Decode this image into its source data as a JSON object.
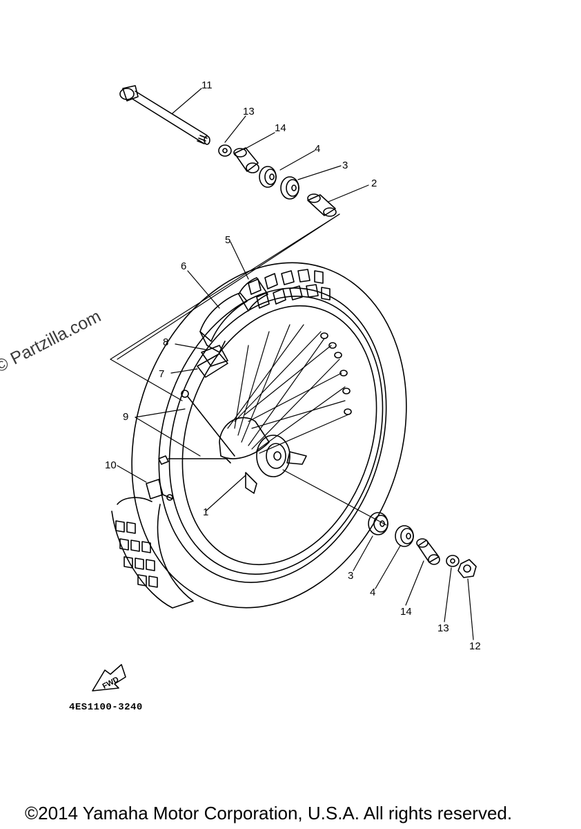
{
  "watermark": "© Partzilla.com",
  "part_code": "4ES1100-3240",
  "fwd_label": "FWD",
  "copyright": "©2014 Yamaha Motor Corporation, U.S.A. All rights reserved.",
  "callouts": {
    "c11": "11",
    "c13a": "13",
    "c14a": "14",
    "c4a": "4",
    "c3a": "3",
    "c2": "2",
    "c5": "5",
    "c6": "6",
    "c8": "8",
    "c7": "7",
    "c9": "9",
    "c10": "10",
    "c1": "1",
    "c3b": "3",
    "c4b": "4",
    "c14b": "14",
    "c13b": "13",
    "c12": "12"
  }
}
